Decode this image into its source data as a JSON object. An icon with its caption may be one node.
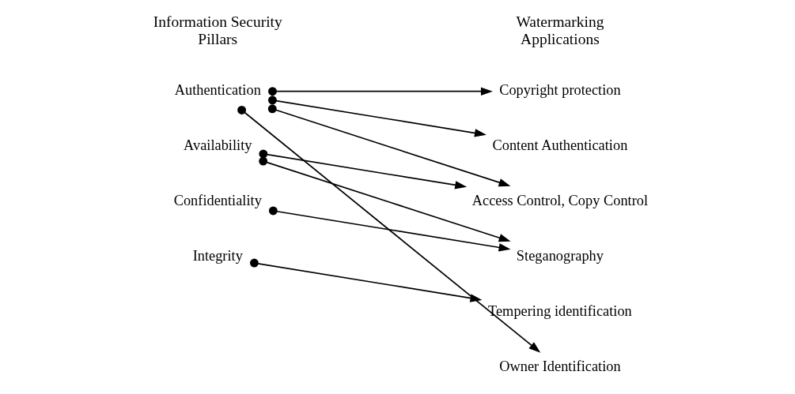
{
  "diagram": {
    "nodes": [
      {
        "text": [
          "Authentication"
        ]
      },
      {
        "text": [
          "Availability"
        ]
      },
      {
        "text": [
          "Confidentiality"
        ]
      },
      {
        "text": [
          "Integrity"
        ]
      },
      {
        "text": [
          "Copyright protection"
        ]
      },
      {
        "text": [
          "Content Authentication"
        ]
      },
      {
        "text": [
          "Access Control, Copy Control"
        ]
      },
      {
        "text": [
          "Steganography"
        ]
      },
      {
        "text": [
          "Tempering identification"
        ]
      },
      {
        "text": [
          "Owner Identification"
        ]
      }
    ],
    "edges": [
      {
        "from": 0,
        "to": 4,
        "arrow": "to"
      },
      {
        "from": 0,
        "to": 5,
        "arrow": "to"
      },
      {
        "from": 0,
        "to": 6,
        "arrow": "to"
      },
      {
        "from": 0,
        "to": 9,
        "arrow": "to"
      },
      {
        "from": 1,
        "to": 6,
        "arrow": "to"
      },
      {
        "from": 1,
        "to": 7,
        "arrow": "to"
      },
      {
        "from": 2,
        "to": 7,
        "arrow": "to"
      },
      {
        "from": 3,
        "to": 8,
        "arrow": "to"
      }
    ],
    "labels": [
      "Information Security Pillars",
      "Watermarking Applications"
    ]
  }
}
